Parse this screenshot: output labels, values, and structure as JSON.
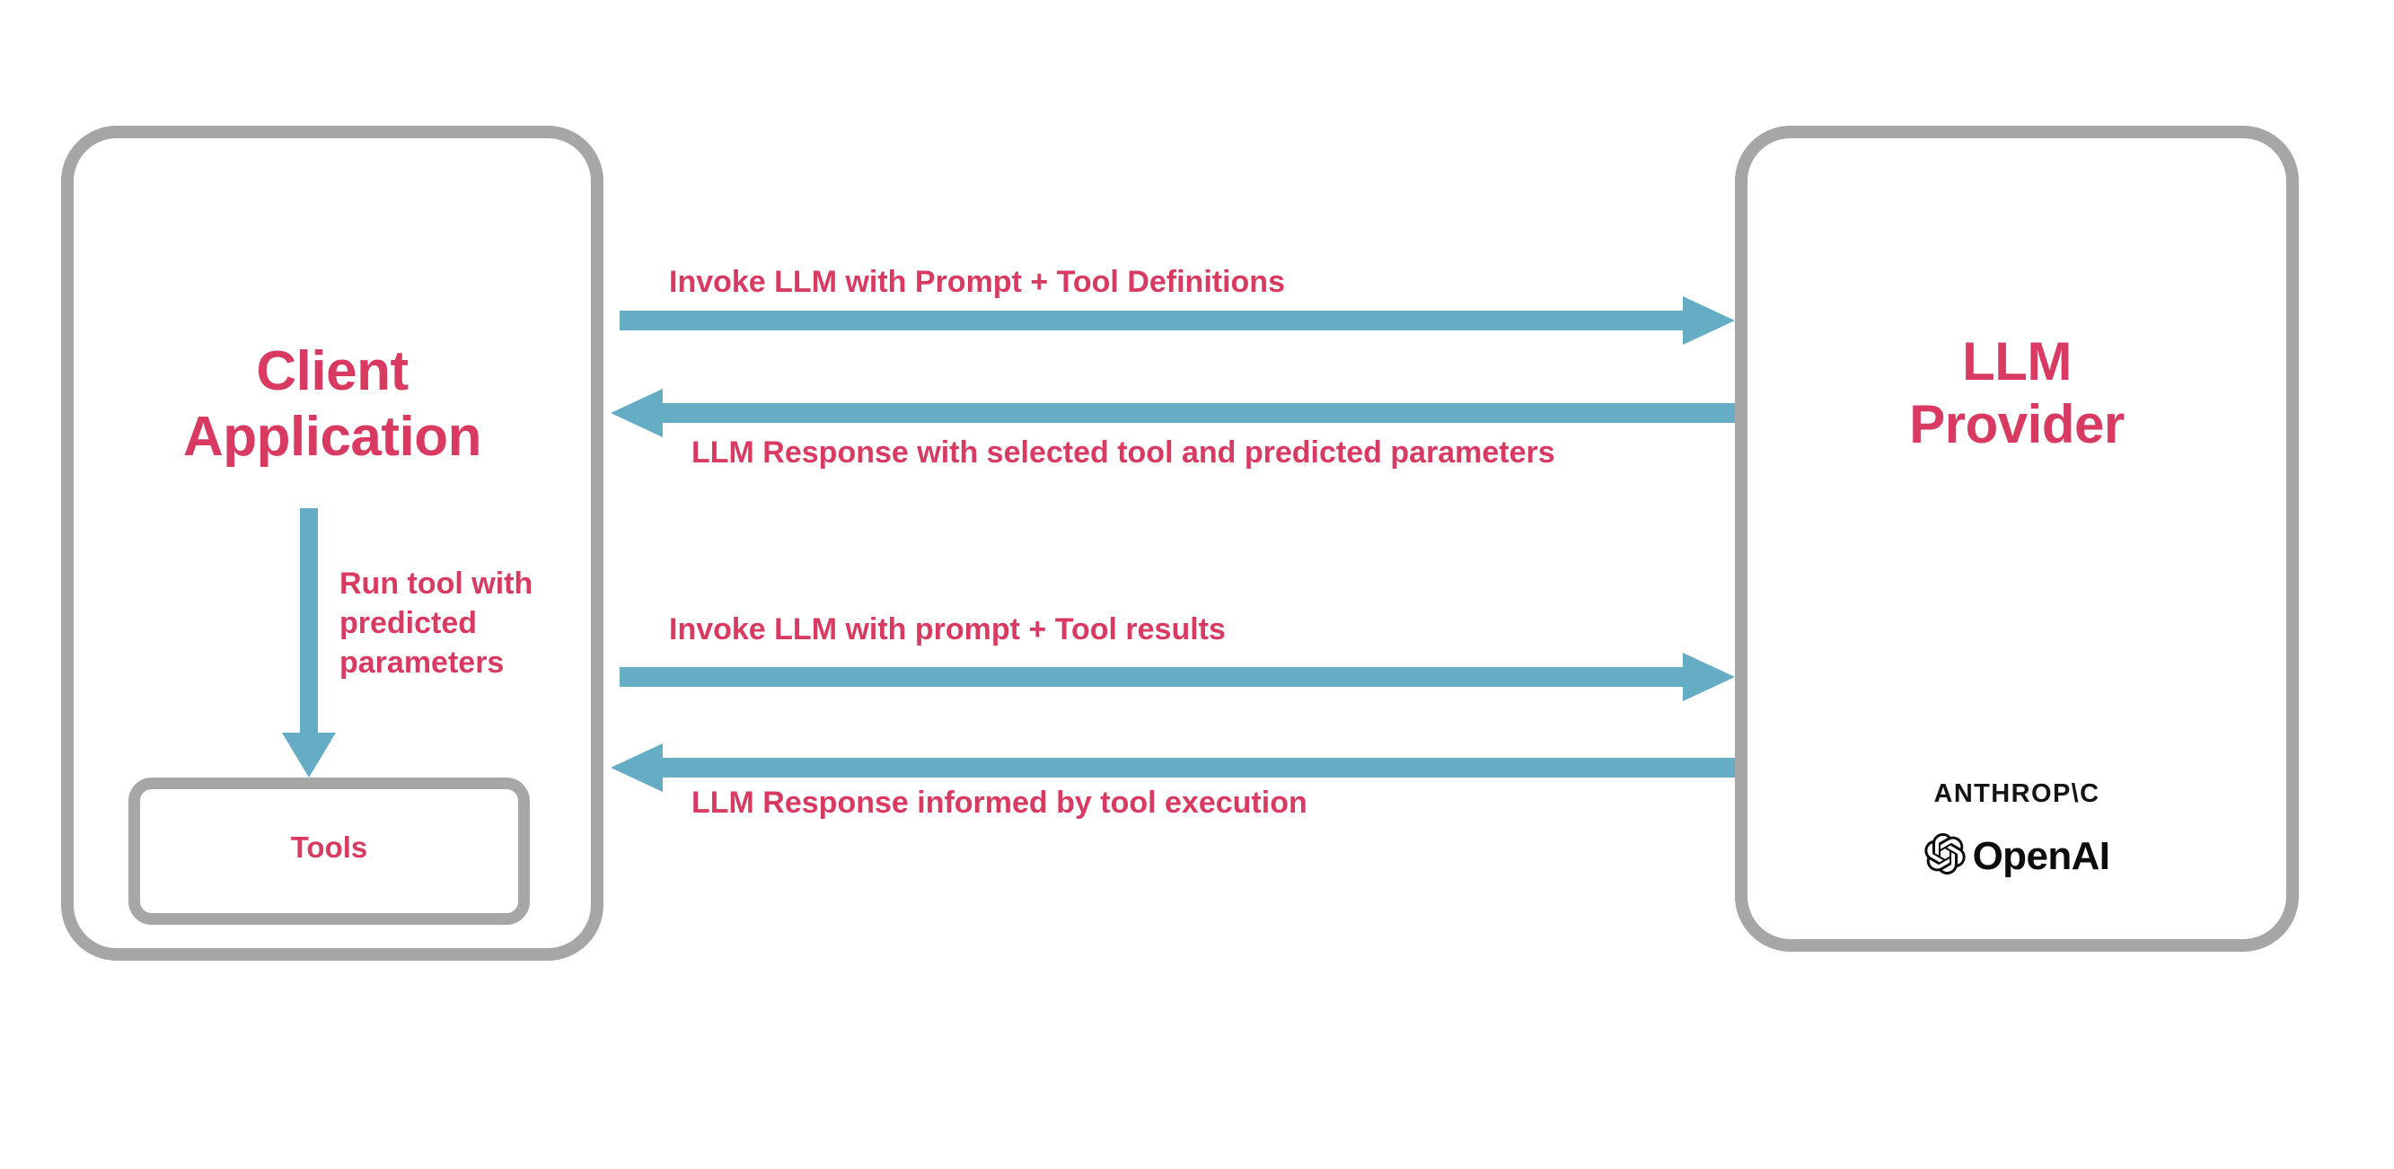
{
  "diagram": {
    "title": "LLM tool-calling sequence between client application and LLM provider",
    "colors": {
      "accent_text": "#d93a62",
      "arrow": "#64adc5",
      "box_border": "#a6a6a6",
      "logo_text": "#141414",
      "background": "#ffffff"
    }
  },
  "client_box": {
    "title": "Client\nApplication",
    "tools_box": {
      "label": "Tools"
    },
    "internal_arrow": {
      "label": "Run tool with\npredicted\nparameters",
      "direction": "down",
      "icon": "arrow-down-icon"
    }
  },
  "provider_box": {
    "title": "LLM\nProvider",
    "logos": [
      {
        "name": "anthropic-logo",
        "text": "ANTHROP\\C"
      },
      {
        "name": "openai-logo",
        "text": "OpenAI"
      }
    ]
  },
  "messages": [
    {
      "id": "invoke-1",
      "label": "Invoke LLM with Prompt + Tool Definitions",
      "direction": "right",
      "icon": "arrow-right-icon",
      "from": "Client Application",
      "to": "LLM Provider"
    },
    {
      "id": "response-1",
      "label": "LLM Response with selected tool and predicted parameters",
      "direction": "left",
      "icon": "arrow-left-icon",
      "from": "LLM Provider",
      "to": "Client Application"
    },
    {
      "id": "invoke-2",
      "label": "Invoke LLM with prompt + Tool results",
      "direction": "right",
      "icon": "arrow-right-icon",
      "from": "Client Application",
      "to": "LLM Provider"
    },
    {
      "id": "response-2",
      "label": "LLM Response informed by tool execution",
      "direction": "left",
      "icon": "arrow-left-icon",
      "from": "LLM Provider",
      "to": "Client Application"
    }
  ]
}
